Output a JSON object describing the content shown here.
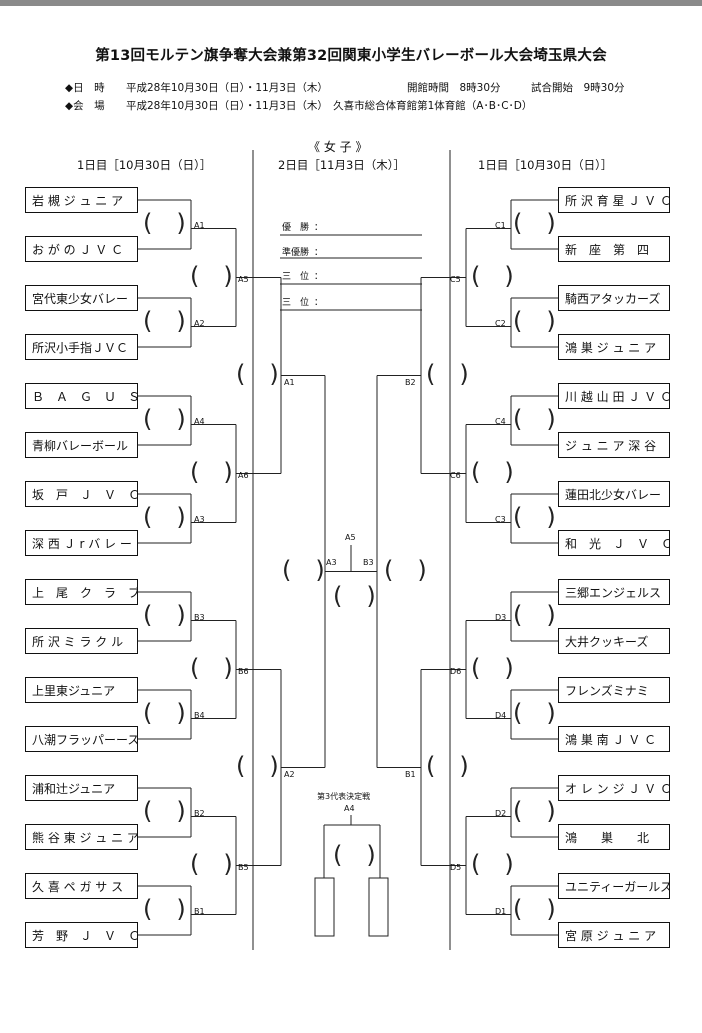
{
  "header": {
    "title": "第13回モルテン旗争奪大会兼第32回関東小学生バレーボール大会埼玉県大会",
    "date_label": "◆日　時",
    "date_value": "平成28年10月30日（日）・11月3日（木）",
    "open_time": "開館時間　8時30分",
    "start_time": "試合開始　9時30分",
    "venue_label": "◆会　場",
    "venue_value": "平成28年10月30日（日）・11月3日（木）　久喜市総合体育館第1体育館（A･B･C･D）"
  },
  "bracket": {
    "category": "《 女 子 》",
    "day1_left": "1日目［10月30日（日）］",
    "day2": "2日目［11月3日（木）］",
    "day1_right": "1日目［10月30日（日）］",
    "left_teams": [
      "岩 槻 ジ ュ ニ ア",
      "お が の Ｊ Ｖ Ｃ",
      "宮代東少女バレー",
      "所沢小手指ＪＶＣ",
      "Ｂ　Ａ　Ｇ　Ｕ　Ｓ",
      "青柳バレーボール",
      "坂　戸　Ｊ　Ｖ　Ｃ",
      "深 西 Ｊ r バ レ ー",
      "上　尾　ク　ラ　ブ",
      "所 沢 ミ ラ ク ル",
      "上里東ジュニア",
      "八潮フラッパーース",
      "浦和辻ジュニア",
      "熊 谷 東 ジ ュ ニ ア",
      "久 喜 ペ ガ サ ス",
      "芳　野　Ｊ　Ｖ　Ｃ"
    ],
    "right_teams": [
      "所 沢 育 星 Ｊ Ｖ Ｃ",
      "新　座　第　四",
      "騎西アタッカーズ",
      "鴻 巣 ジ ュ ニ ア",
      "川 越 山 田 Ｊ Ｖ Ｃ",
      "ジ ュ ニ ア 深 谷",
      "蓮田北少女バレー",
      "和　光　Ｊ　Ｖ　Ｃ",
      "三郷エンジェルス",
      "大井クッキーズ",
      "フレンズミナミ",
      "鴻 巣 南 Ｊ Ｖ Ｃ",
      "オ レ ン ジ Ｊ Ｖ Ｃ",
      "鴻　　巣　　北",
      "ユニティーガールズ",
      "宮 原 ジ ュ ニ ア"
    ],
    "left_r1_labels": [
      "A1",
      "A2",
      "A4",
      "A3",
      "B3",
      "B4",
      "B2",
      "B1"
    ],
    "right_r1_labels": [
      "C1",
      "C2",
      "C4",
      "C3",
      "D3",
      "D4",
      "D2",
      "D1"
    ],
    "left_r2_labels": [
      "A5",
      "A6",
      "B6",
      "B5"
    ],
    "right_r2_labels": [
      "C5",
      "C6",
      "D6",
      "D5"
    ],
    "left_r3_labels": [
      "A1",
      "A2"
    ],
    "right_r3_labels": [
      "B2",
      "B1"
    ],
    "semi_labels": {
      "top": "A5",
      "left": "A3",
      "right": "B3"
    },
    "results": {
      "winner": "優　勝",
      "runner_up": "準優勝",
      "third_1": "三　位",
      "third_2": "三　位",
      "colon": "："
    },
    "third_rep": {
      "title": "第3代表決定戦",
      "code": "A4"
    }
  }
}
